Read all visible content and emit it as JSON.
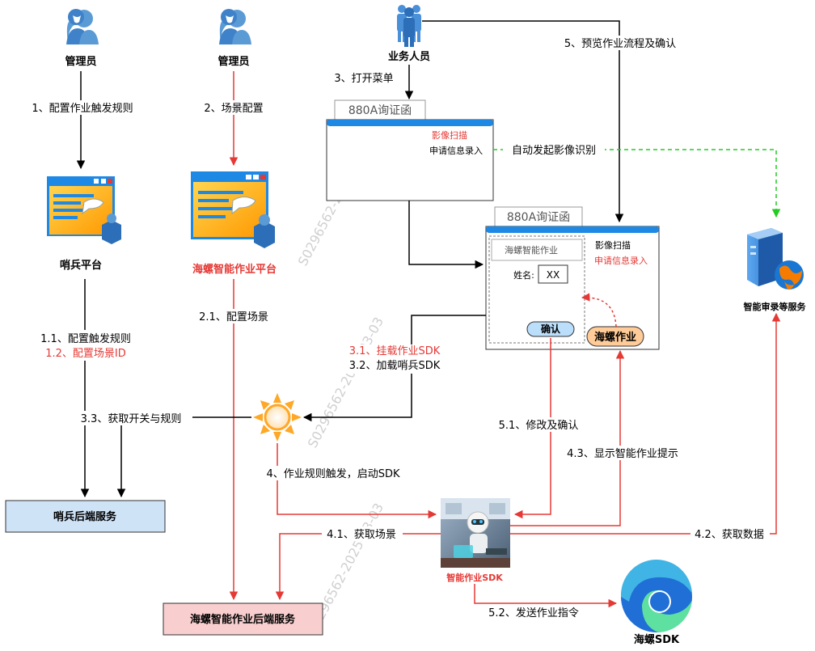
{
  "actors": {
    "admin1": "管理员",
    "admin2": "管理员",
    "business": "业务人员"
  },
  "platforms": {
    "sentinel": "哨兵平台",
    "hailuo": "海螺智能作业平台"
  },
  "services": {
    "sentinel_backend": "哨兵后端服务",
    "hailuo_backend": "海螺智能作业后端服务",
    "audit": "智能审录等服务",
    "sdk_node": "智能作业SDK",
    "hailuo_sdk": "海螺SDK"
  },
  "window1": {
    "tab": "880A询证函",
    "scan": "影像扫描",
    "entry": "申请信息录入"
  },
  "window2": {
    "tab": "880A询证函",
    "panel_title": "海螺智能作业",
    "name_label": "姓名:",
    "name_value": "XX",
    "confirm": "确认",
    "smart_btn": "海螺作业",
    "scan": "影像扫描",
    "entry": "申请信息录入"
  },
  "edges": {
    "e1": "1、配置作业触发规则",
    "e2": "2、场景配置",
    "e3": "3、打开菜单",
    "e5": "5、预览作业流程及确认",
    "auto": "自动发起影像识别",
    "e11": "1.1、配置触发规则",
    "e12": "1.2、配置场景ID",
    "e21": "2.1、配置场景",
    "e31": "3.1、挂载作业SDK",
    "e32": "3.2、加载哨兵SDK",
    "e33": "3.3、获取开关与规则",
    "e4": "4、作业规则触发，启动SDK",
    "e41": "4.1、获取场景",
    "e42": "4.2、获取数据",
    "e43": "4.3、显示智能作业提示",
    "e51": "5.1、修改及确认",
    "e52": "5.2、发送作业指令"
  },
  "watermark": "S0296562-2025-03-03",
  "colors": {
    "red": "#e53935",
    "green": "#22cc22",
    "blue_bar": "#1e88e5",
    "sentinel_fill": "#cfe3f7",
    "hailuo_fill": "#f8cece"
  }
}
